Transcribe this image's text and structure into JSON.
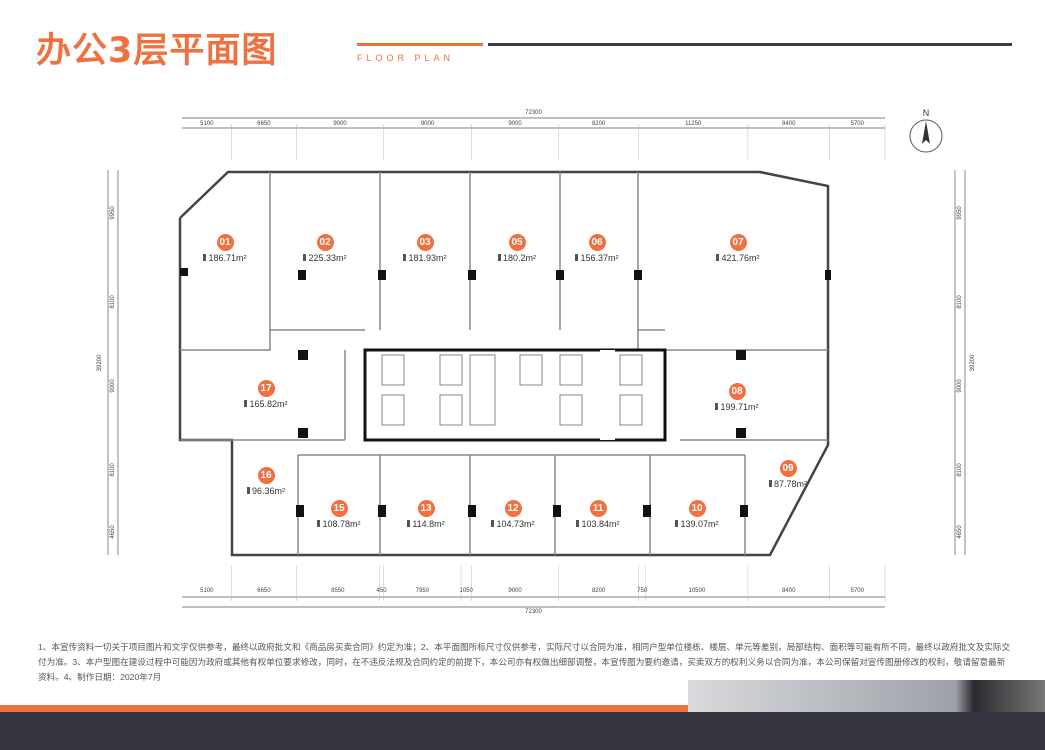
{
  "header": {
    "title": "办公3层平面图",
    "subtitle": "FLOOR PLAN"
  },
  "compass": {
    "label": "N"
  },
  "dimensions": {
    "total": "72300",
    "top": [
      "5100",
      "6650",
      "9000",
      "9000",
      "9000",
      "8200",
      "11250",
      "8400",
      "5700"
    ],
    "bottom": [
      "5100",
      "6650",
      "8550",
      "450",
      "7950",
      "1050",
      "9000",
      "8200",
      "750",
      "10500",
      "8400",
      "5700"
    ],
    "side_total": "39200",
    "left": [
      "4650",
      "8100",
      "9000",
      "8100",
      "9950"
    ],
    "right": [
      "4650",
      "8100",
      "9000",
      "8100",
      "9950"
    ]
  },
  "units": [
    {
      "no": "01",
      "area": "186.71m²"
    },
    {
      "no": "02",
      "area": "225.33m²"
    },
    {
      "no": "03",
      "area": "181.93m²"
    },
    {
      "no": "05",
      "area": "180.2m²"
    },
    {
      "no": "06",
      "area": "156.37m²"
    },
    {
      "no": "07",
      "area": "421.76m²"
    },
    {
      "no": "17",
      "area": "165.82m²"
    },
    {
      "no": "08",
      "area": "199.71m²"
    },
    {
      "no": "16",
      "area": "96.36m²"
    },
    {
      "no": "09",
      "area": "87.78m²"
    },
    {
      "no": "15",
      "area": "108.78m²"
    },
    {
      "no": "13",
      "area": "114.8m²"
    },
    {
      "no": "12",
      "area": "104.73m²"
    },
    {
      "no": "11",
      "area": "103.84m²"
    },
    {
      "no": "10",
      "area": "139.07m²"
    }
  ],
  "footer": {
    "note": "1、本宣传资料一切关于项目图片和文字仅供参考，最终以政府批文和《商品房买卖合同》约定为准；2、本平面图所标尺寸仅供参考，实际尺寸以合同为准，相同户型单位楼栋、楼层、单元等差别，局部结构、面积等可能有所不同，最终以政府批文及实际交付为准。3、本户型图在建设过程中可能因为政府或其他有权单位要求修改，同时，在不违反法规及合同约定的前提下，本公司亦有权做出细部调整，本宣传图为要约邀请，买卖双方的权利义务以合同为准，本公司保留对宣传图册修改的权利，敬请留意最新资料。4、制作日期：2020年7月"
  },
  "colors": {
    "accent": "#f0703f",
    "dark": "#34353f"
  }
}
